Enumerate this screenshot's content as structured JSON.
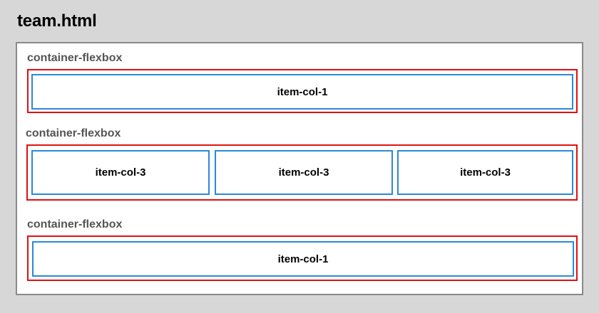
{
  "file_title": "team.html",
  "rows": [
    {
      "label": "container-flexbox",
      "items": [
        "item-col-1"
      ]
    },
    {
      "label": "container-flexbox",
      "items": [
        "item-col-3",
        "item-col-3",
        "item-col-3"
      ]
    },
    {
      "label": "container-flexbox",
      "items": [
        "item-col-1"
      ]
    }
  ],
  "colors": {
    "container_border": "#e01010",
    "item_border": "#2a8ad8",
    "panel_border": "#8a8a8a",
    "background": "#d7d7d7"
  }
}
